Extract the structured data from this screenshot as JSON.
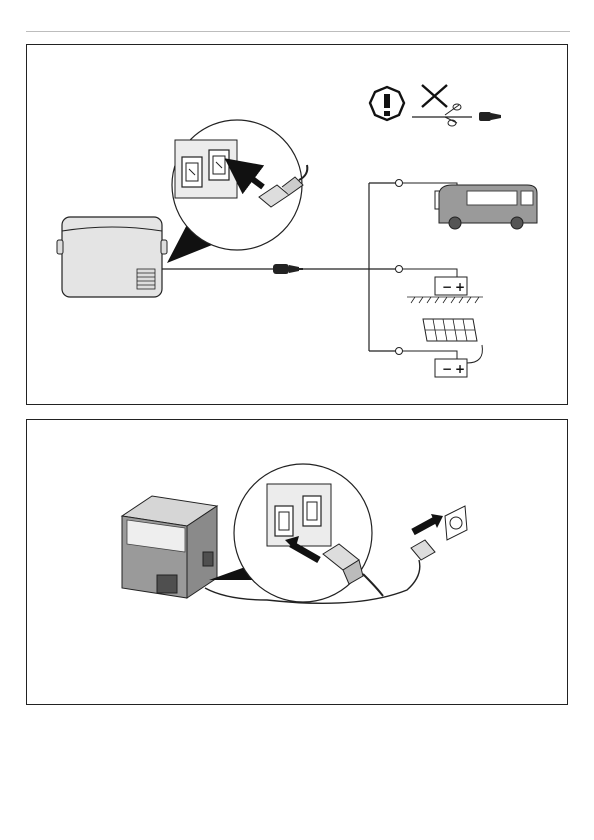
{
  "figure": {
    "panel_dc": {
      "warning_symbol": "exclamation-octagon-icon",
      "prohibited_action": "cut-plug-crossed-icon",
      "sources": [
        {
          "name": "vehicle-battery",
          "minus": "−",
          "plus": "+"
        },
        {
          "name": "stationary-battery",
          "minus": "−",
          "plus": "+"
        },
        {
          "name": "solar-battery",
          "minus": "−",
          "plus": "+"
        }
      ]
    },
    "panel_ac": {
      "connector": "iec-power-connector",
      "outlet": "wall-socket-icon"
    }
  },
  "colors": {
    "line": "#222222",
    "fill_light": "#e8e8e8",
    "fill_mid": "#cfcfcf",
    "fill_dark": "#6f6f6f",
    "rule": "#bdbdbd"
  }
}
